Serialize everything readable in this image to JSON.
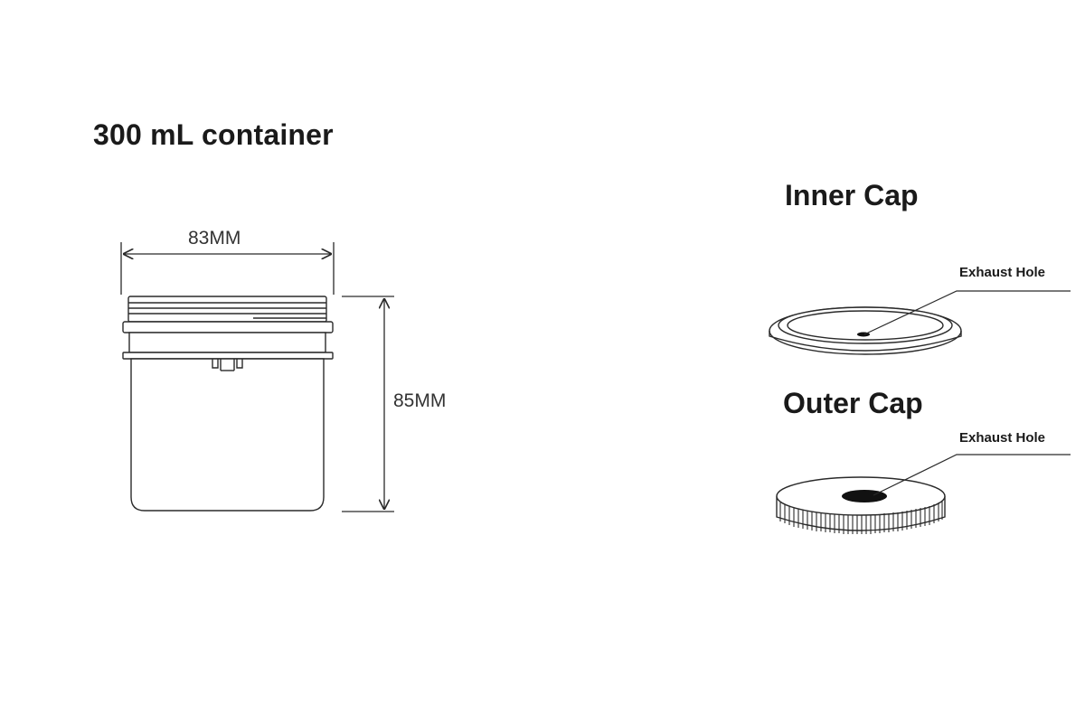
{
  "title": "300 mL container",
  "container": {
    "width_label": "83MM",
    "height_label": "85MM"
  },
  "inner_cap": {
    "title": "Inner Cap",
    "callout": "Exhaust Hole"
  },
  "outer_cap": {
    "title": "Outer Cap",
    "callout": "Exhaust Hole"
  },
  "colors": {
    "line": "#2a2a2a",
    "fill": "#ffffff",
    "dark": "#111111"
  }
}
